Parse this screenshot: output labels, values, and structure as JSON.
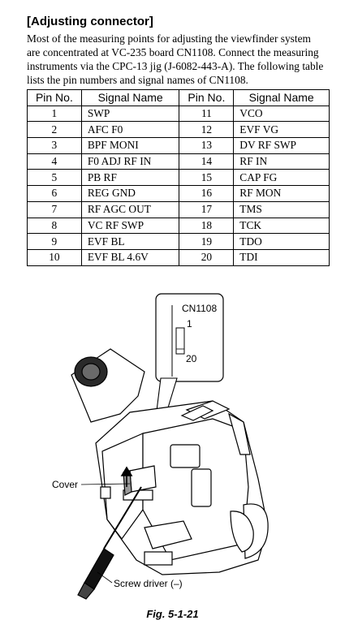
{
  "heading": "[Adjusting connector]",
  "paragraph_lines": [
    "Most of the measuring points for adjusting the viewfinder system",
    "are concentrated at VC-235 board CN1108. Connect the measuring",
    "instruments via the CPC-13 jig (J-6082-443-A). The following table",
    "lists the pin numbers and signal names of CN1108."
  ],
  "table": {
    "headers": [
      "Pin No.",
      "Signal Name",
      "Pin No.",
      "Signal Name"
    ],
    "rows": [
      [
        "1",
        "SWP",
        "11",
        "VCO"
      ],
      [
        "2",
        "AFC F0",
        "12",
        "EVF VG"
      ],
      [
        "3",
        "BPF MONI",
        "13",
        "DV RF SWP"
      ],
      [
        "4",
        "F0 ADJ RF IN",
        "14",
        "RF IN"
      ],
      [
        "5",
        "PB RF",
        "15",
        "CAP FG"
      ],
      [
        "6",
        "REG GND",
        "16",
        "RF MON"
      ],
      [
        "7",
        "RF AGC OUT",
        "17",
        "TMS"
      ],
      [
        "8",
        "VC RF SWP",
        "18",
        "TCK"
      ],
      [
        "9",
        "EVF BL",
        "19",
        "TDO"
      ],
      [
        "10",
        "EVF BL 4.6V",
        "20",
        "TDI"
      ]
    ]
  },
  "figure": {
    "connector_label": "CN1108",
    "pin_first": "1",
    "pin_last": "20",
    "cover_label": "Cover",
    "screwdriver_label": "Screw driver (–)"
  },
  "caption": "Fig. 5-1-21"
}
